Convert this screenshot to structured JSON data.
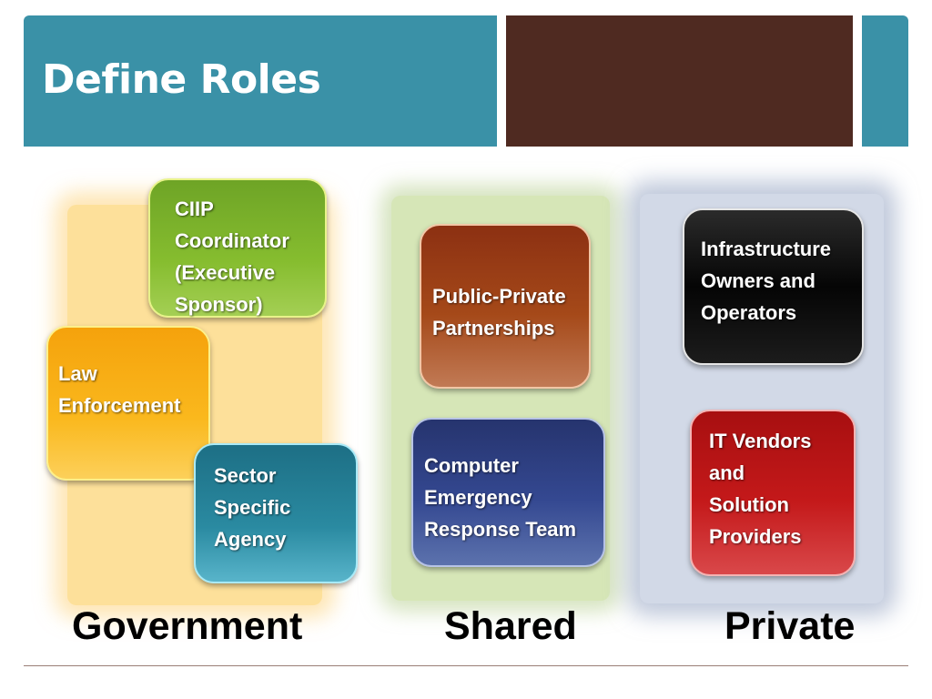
{
  "slide": {
    "title": "Define Roles",
    "colors": {
      "header_teal": "#3a91a7",
      "header_brown": "#4f2a21",
      "government_panel": "#fde09a",
      "shared_panel": "#d6e6b7",
      "private_panel": "#d2d9e7"
    }
  },
  "columns": {
    "government": {
      "label": "Government",
      "boxes": [
        {
          "text": "CIIP\nCoordinator\n(Executive\nSponsor)",
          "color": "#7ab22b"
        },
        {
          "text": "Law\nEnforcement",
          "color": "#f8ad14"
        },
        {
          "text": "Sector\nSpecific\nAgency",
          "color": "#24809a"
        }
      ]
    },
    "shared": {
      "label": "Shared",
      "boxes": [
        {
          "text": "Public-Private\nPartnerships",
          "color": "#9c3f16"
        },
        {
          "text": "Computer\nEmergency\nResponse Team",
          "color": "#2f4182"
        }
      ]
    },
    "private": {
      "label": "Private",
      "boxes": [
        {
          "text": "Infrastructure\nOwners and\nOperators",
          "color": "#111111"
        },
        {
          "text": "IT Vendors\nand\nSolution\nProviders",
          "color": "#bb1617"
        }
      ]
    }
  }
}
